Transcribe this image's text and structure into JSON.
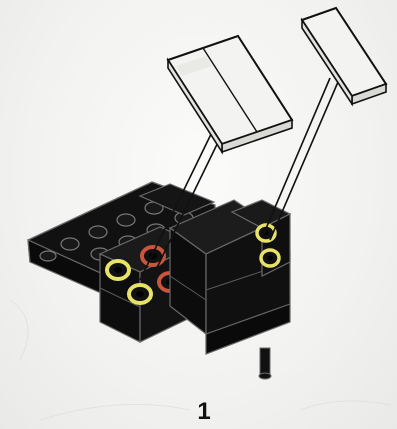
{
  "instruction": {
    "step_number": "1"
  },
  "colors": {
    "brick": "#111111",
    "brick_edge": "#6a6a6a",
    "tile": "#f3f3f1",
    "tile_shadow": "#d9d9d6",
    "pin_yellow": "#e7e36a",
    "pin_red": "#c9553d",
    "background": "#f4f4f3"
  },
  "parts": [
    {
      "name": "double-white-tile",
      "color": "white"
    },
    {
      "name": "single-white-tile",
      "color": "white"
    },
    {
      "name": "black-wedge-plate",
      "color": "black"
    },
    {
      "name": "black-block",
      "color": "black"
    },
    {
      "name": "yellow-pin",
      "color": "yellow"
    },
    {
      "name": "red-pin",
      "color": "red"
    }
  ]
}
